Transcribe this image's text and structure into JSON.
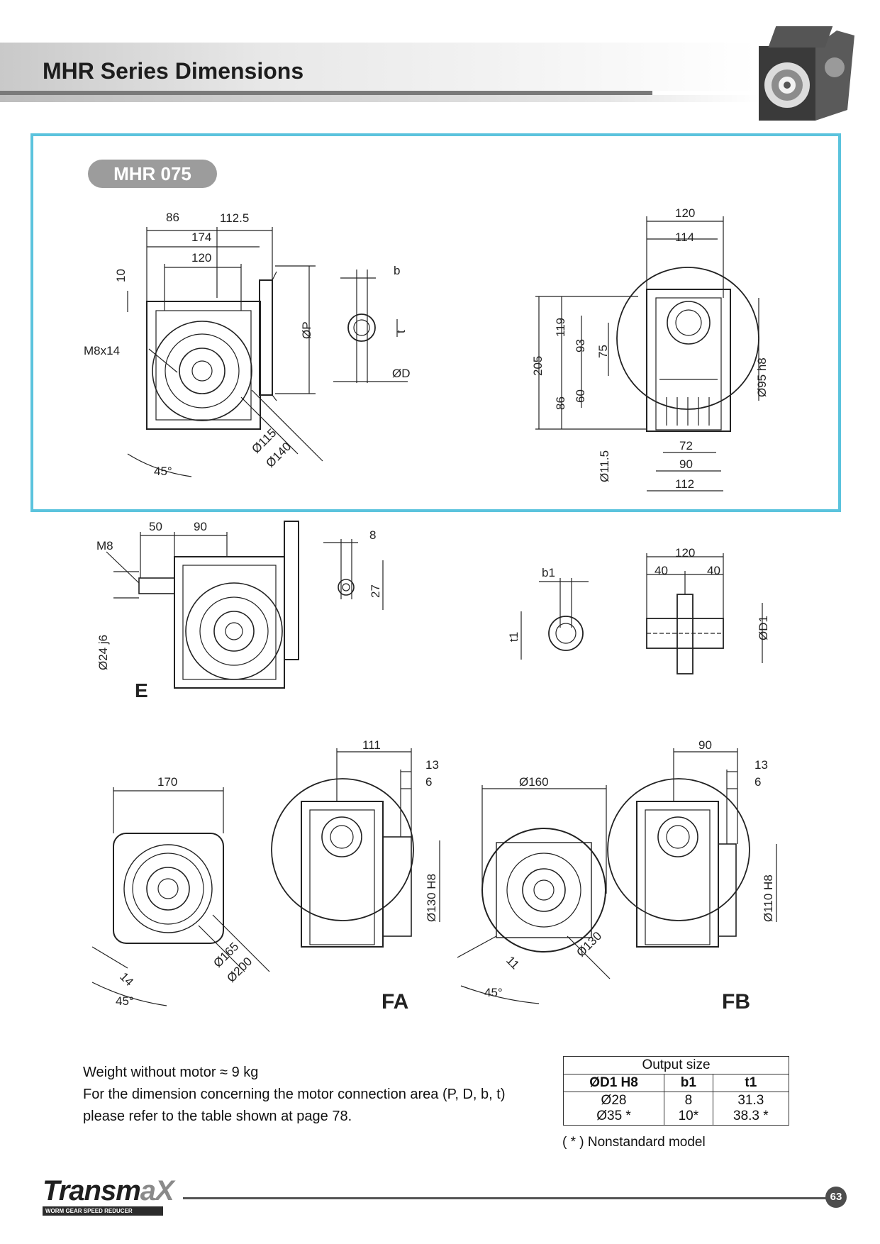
{
  "header": {
    "title": "MHR Series Dimensions"
  },
  "model": {
    "label": "MHR 075"
  },
  "view1": {
    "dims": [
      "86",
      "112.5",
      "174",
      "120",
      "10",
      "M8x14",
      "ØP",
      "Ø115",
      "Ø140",
      "45°"
    ],
    "shaft": [
      "b",
      "t",
      "ØD"
    ]
  },
  "side_view": {
    "dims": [
      "120",
      "114",
      "205",
      "119",
      "93",
      "75",
      "86",
      "60",
      "Ø11.5",
      "72",
      "90",
      "112",
      "Ø95 h8"
    ]
  },
  "view_e": {
    "dims": [
      "50",
      "90",
      "M8",
      "Ø24 j6",
      "8",
      "27"
    ],
    "label": "E"
  },
  "output": {
    "dims": [
      "b1",
      "t1",
      "120",
      "40",
      "40",
      "ØD1"
    ]
  },
  "view_fa": {
    "dims": [
      "170",
      "Ø165",
      "Ø200",
      "14",
      "45°",
      "111",
      "13",
      "6",
      "Ø130 H8"
    ],
    "label": "FA"
  },
  "view_fb": {
    "dims": [
      "Ø160",
      "11",
      "Ø130",
      "45°",
      "90",
      "13",
      "6",
      "Ø110 H8"
    ],
    "label": "FB"
  },
  "notes": {
    "weight": "Weight without motor ≈ 9 kg",
    "line2": "For the dimension concerning the motor connection area (P, D, b, t)",
    "line3": "please refer to the table shown at page 78."
  },
  "table": {
    "title": "Output size",
    "headers": [
      "ØD1 H8",
      "b1",
      "t1"
    ],
    "col1": [
      "Ø28",
      "Ø35 *"
    ],
    "col2": [
      "8",
      "10*"
    ],
    "col3": [
      "31.3",
      "38.3 *"
    ],
    "note": "( * ) Nonstandard model"
  },
  "footer": {
    "brand": "Transm",
    "brand_x": "aX",
    "tagline": "WORM GEAR SPEED REDUCER",
    "page": "63"
  }
}
